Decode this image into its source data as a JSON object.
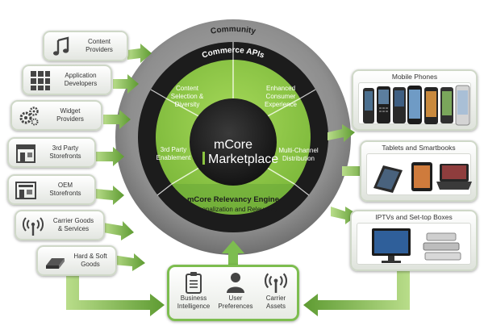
{
  "diagram": {
    "community_label": "Community",
    "apis_label": "Commerce APIs",
    "core": {
      "line1": "mCore",
      "line2": "Marketplace"
    },
    "segments": {
      "content_selection": "Content\nSelection &\nDiversity",
      "enhanced_experience": "Enhanced\nConsumer\nExperience",
      "third_party_enablement": "3rd Party\nEnablement",
      "multichannel_distribution": "Multi-Channel\nDistribution"
    },
    "relevancy_engine": {
      "title": "mCore Relevancy Engine",
      "subtitle": "Personalization and Relevancy"
    },
    "colors": {
      "green": "#8cc540",
      "dark_green": "#5a9a2c",
      "black_ring": "#1c1c1c",
      "gray_ring": "#8c8c8c",
      "accent": "#b6e05a"
    }
  },
  "providers": [
    {
      "label": "Content\nProviders",
      "icon": "music-note-icon"
    },
    {
      "label": "Application\nDevelopers",
      "icon": "app-grid-icon"
    },
    {
      "label": "Widget\nProviders",
      "icon": "gears-icon"
    },
    {
      "label": "3rd Party\nStorefronts",
      "icon": "storefront-icon"
    },
    {
      "label": "OEM\nStorefronts",
      "icon": "oem-store-icon"
    },
    {
      "label": "Carrier Goods\n& Services",
      "icon": "signal-tower-icon"
    },
    {
      "label": "Hard & Soft\nGoods",
      "icon": "package-icon"
    }
  ],
  "channels": [
    {
      "label": "Mobile Phones",
      "icon": "mobile-phones-icon"
    },
    {
      "label": "Tablets and Smartbooks",
      "icon": "tablets-icon"
    },
    {
      "label": "IPTVs and Set-top Boxes",
      "icon": "tv-settop-icon"
    }
  ],
  "inputs": [
    {
      "label": "Business\nIntelligence",
      "icon": "clipboard-icon"
    },
    {
      "label": "User\nPreferences",
      "icon": "user-icon"
    },
    {
      "label": "Carrier\nAssets",
      "icon": "signal-tower-icon"
    }
  ]
}
